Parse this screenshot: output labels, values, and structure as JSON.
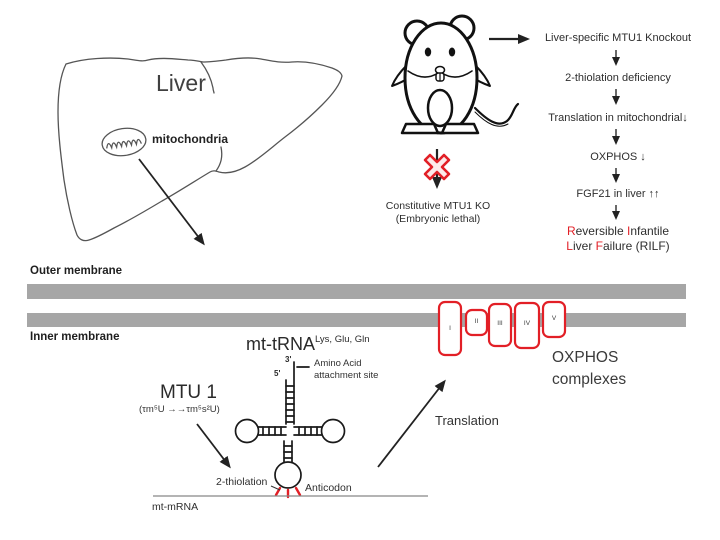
{
  "liver_section": {
    "title": "Liver",
    "mitochondria_label": "mitochondria"
  },
  "mouse_flow": {
    "steps": [
      "Liver-specific MTU1 Knockout",
      "2-thiolation deficiency",
      "Translation in mitochondrial↓",
      "OXPHOS ↓",
      "FGF21 in liver ↑↑"
    ],
    "rilf_line1_parts": [
      "R",
      "eversible ",
      "I",
      "nfantile"
    ],
    "rilf_line2_parts": [
      "L",
      "iver ",
      "F",
      "ailure (RILF)"
    ],
    "constitutive_line1": "Constitutive MTU1 KO",
    "constitutive_line2": "(Embryonic lethal)"
  },
  "membranes": {
    "outer_label": "Outer membrane",
    "inner_label": "Inner membrane",
    "bar_color": "#a6a6a6"
  },
  "oxphos": {
    "complex_labels": [
      "I",
      "II",
      "III",
      "IV",
      "V"
    ],
    "caption_line1": "OXPHOS",
    "caption_line2": "complexes",
    "box_color": "#e21f26"
  },
  "trna": {
    "title_base": "mt-tRNA",
    "title_sup": "Lys, Glu, Gln",
    "three_prime": "3'",
    "five_prime": "5'",
    "amino_line1": "Amino Acid",
    "amino_line2": "attachment site",
    "mtu1_title": "MTU 1",
    "mtu1_sub": "(τm⁵U →→τm⁵s²U)",
    "thiolation_label": "2-thiolation",
    "anticodon_label": "Anticodon",
    "mrna_label": "mt-mRNA",
    "translation_label": "Translation"
  },
  "colors": {
    "accent_red": "#e21f26",
    "membrane_gray": "#a6a6a6",
    "text_dark": "#3b3b3b"
  }
}
